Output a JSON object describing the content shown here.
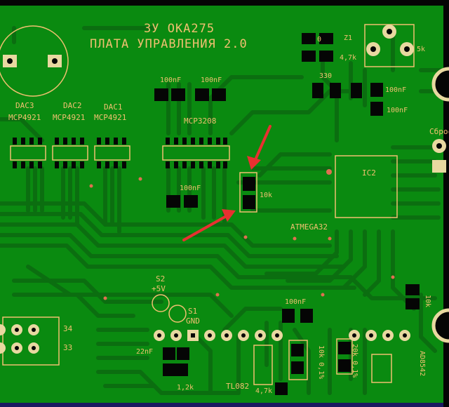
{
  "header": {
    "line1": "ЗУ ОКА275",
    "line2": "ПЛАТА УПРАВЛЕНИЯ 2.0"
  },
  "labels": {
    "dac3": "DAC3",
    "dac2": "DAC2",
    "dac1": "DAC1",
    "mcp4921_a": "MCP4921",
    "mcp4921_b": "MCP4921",
    "mcp4921_c": "MCP4921",
    "mcp3208": "MCP3208",
    "c100nf_1": "100nF",
    "c100nf_2": "100nF",
    "c100nf_3": "100nF",
    "c100nf_4": "100nF",
    "c100nf_5": "100nF",
    "c100nf_6": "100nF",
    "r10k": "10k",
    "atmega": "ATMEGA32",
    "ic2": "IC2",
    "r0": "0",
    "z1": "Z1",
    "r4_7k_top": "4,7k",
    "r330": "330",
    "pot5k": "5k",
    "reset": "Сброс",
    "s2": "S2",
    "plus5v": "+5V",
    "s1": "S1",
    "gnd": "GND",
    "c22nf": "22nF",
    "r1_2k": "1,2k",
    "tl082": "TL082",
    "r4_7k_bot": "4,7k",
    "r10k_01": "10k 0,1%",
    "r20k_01": "20k 0,1%",
    "ad8542": "AD8542",
    "r10k_right": "10k",
    "n34": "34",
    "n33": "33"
  },
  "colors": {
    "board": "#0a8a10",
    "copper": "#0b6e10",
    "silk": "#f0c070",
    "arrow": "#e83030"
  }
}
